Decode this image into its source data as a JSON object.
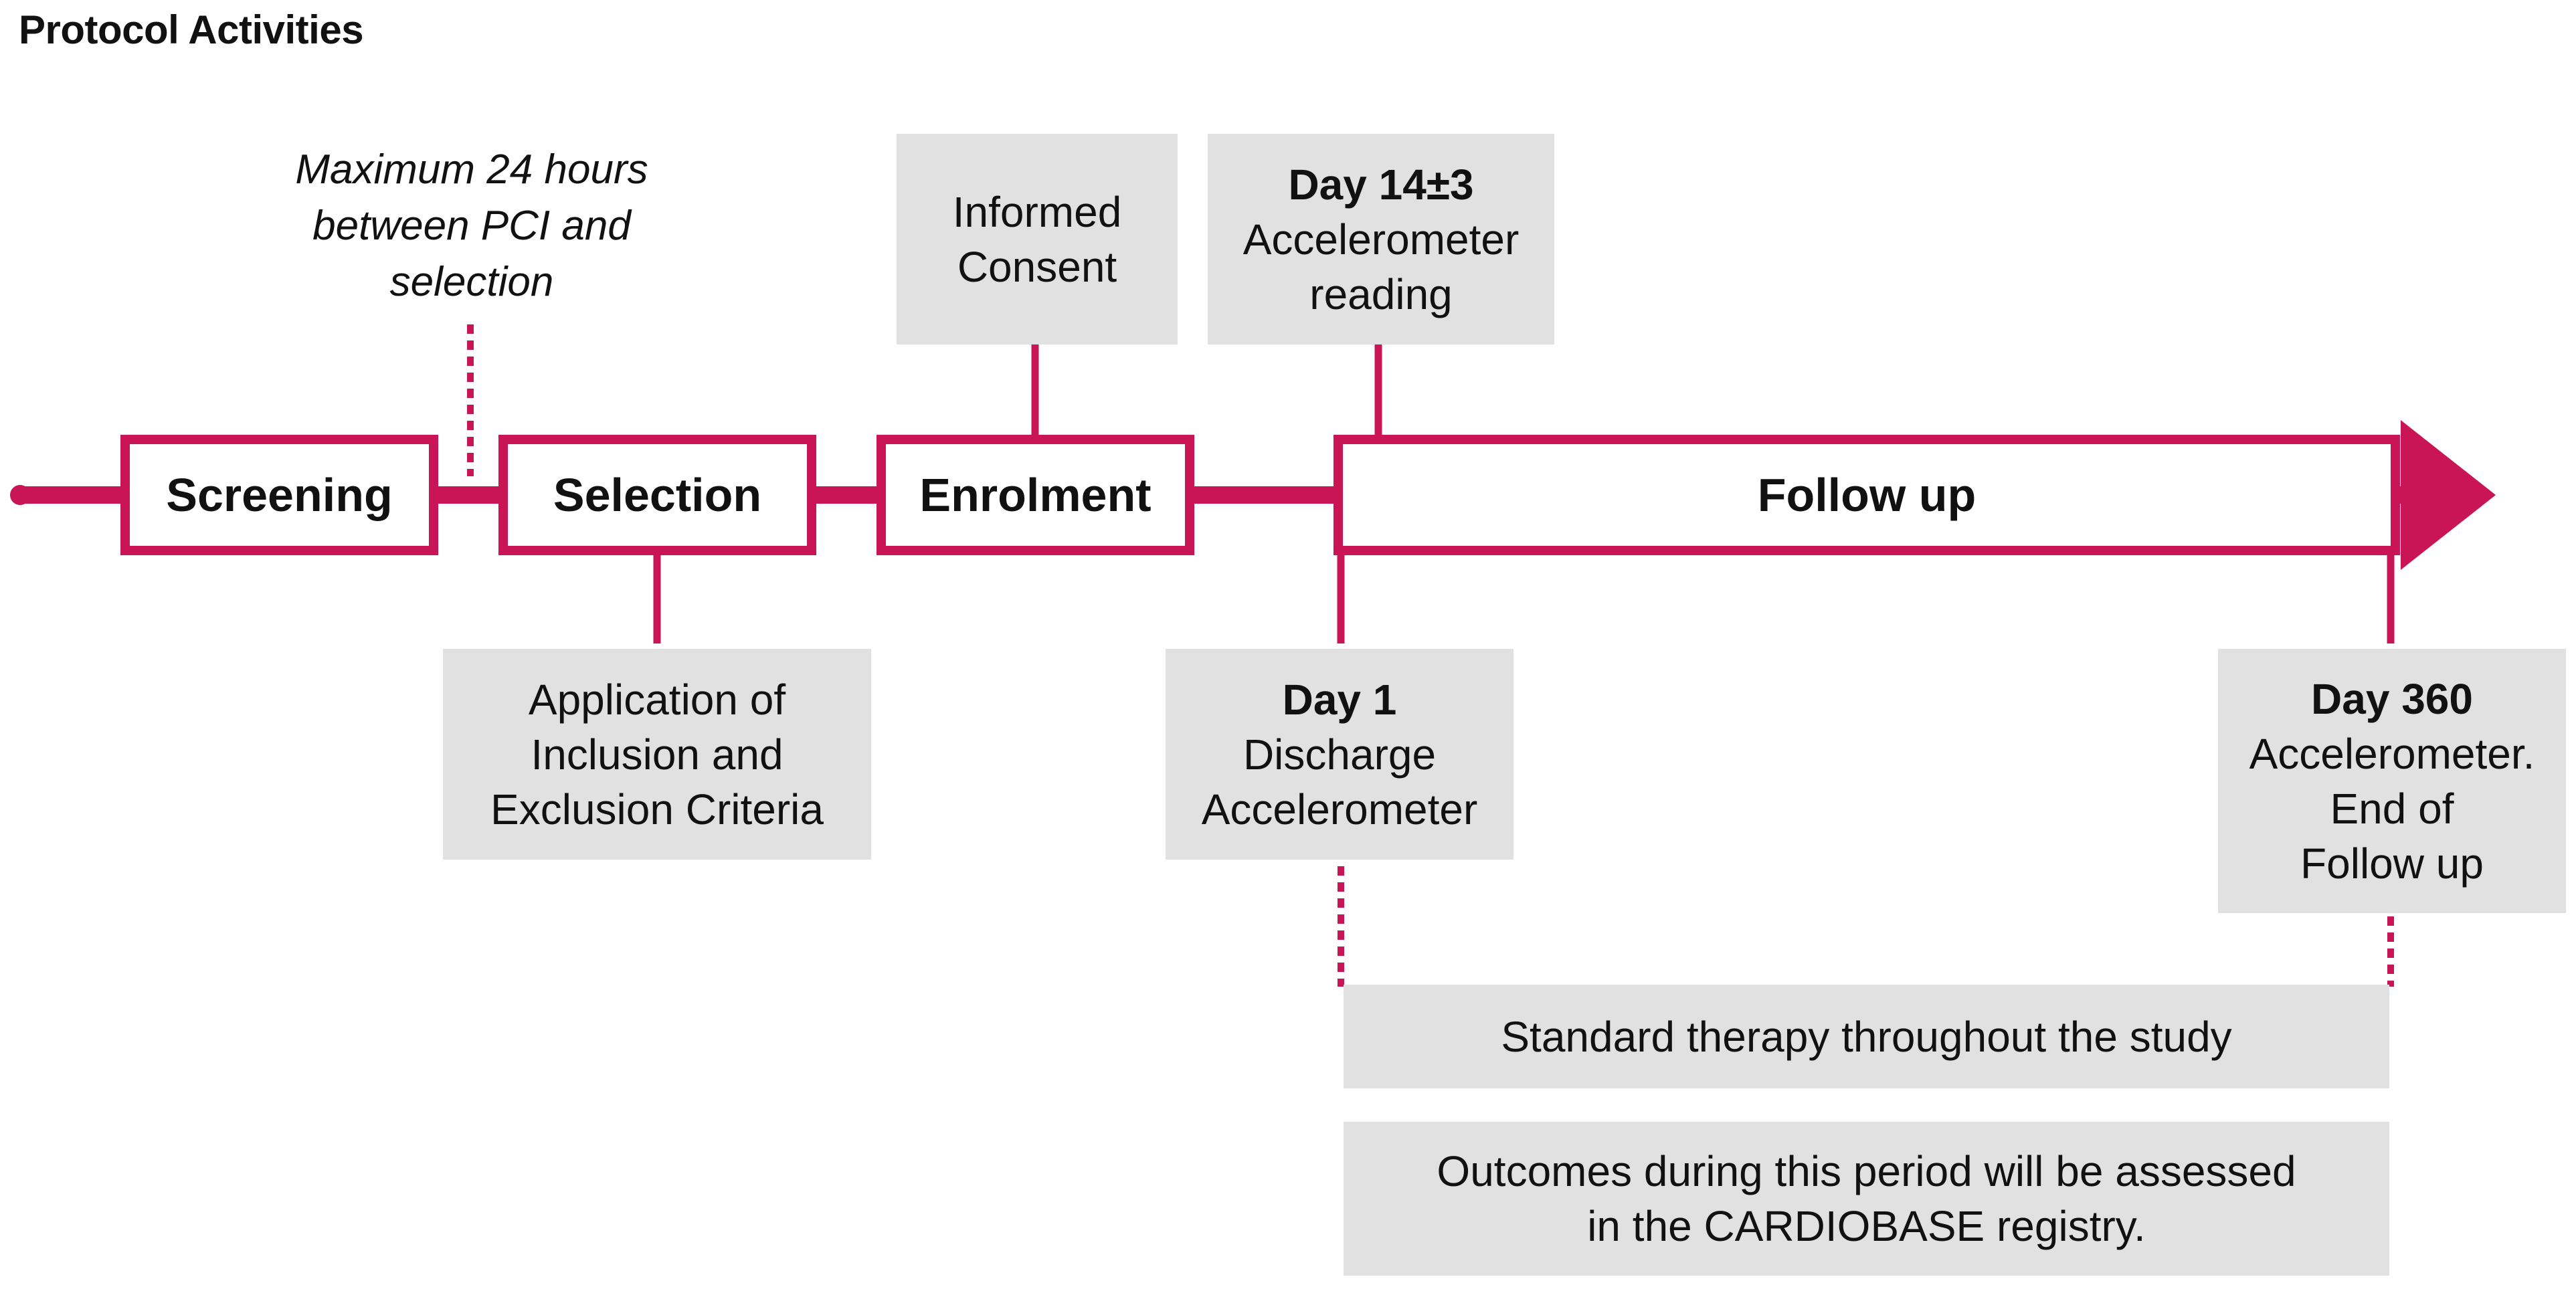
{
  "title": "Protocol Activities",
  "note": {
    "lines": [
      "Maximum 24 hours",
      "between PCI and",
      "selection"
    ]
  },
  "stages": {
    "screening": "Screening",
    "selection": "Selection",
    "enrolment": "Enrolment",
    "follow_up": "Follow up"
  },
  "boxes": {
    "informed_consent": {
      "lines": [
        "Informed",
        "Consent"
      ]
    },
    "day14": {
      "heading": "Day 14±3",
      "lines": [
        "Accelerometer",
        "reading"
      ]
    },
    "inclusion": {
      "lines": [
        "Application of",
        "Inclusion and",
        "Exclusion Criteria"
      ]
    },
    "day1": {
      "heading": "Day 1",
      "lines": [
        "Discharge",
        "Accelerometer"
      ]
    },
    "day360": {
      "heading": "Day 360",
      "lines": [
        "Accelerometer.",
        "End of",
        "Follow up"
      ]
    },
    "standard_therapy": "Standard therapy throughout the study",
    "outcomes": {
      "lines": [
        "Outcomes during this period will be assessed",
        "in the CARDIOBASE registry."
      ]
    }
  },
  "colors": {
    "accent": "#c91556",
    "box_fill": "#e1e1e1",
    "text": "#111111"
  }
}
